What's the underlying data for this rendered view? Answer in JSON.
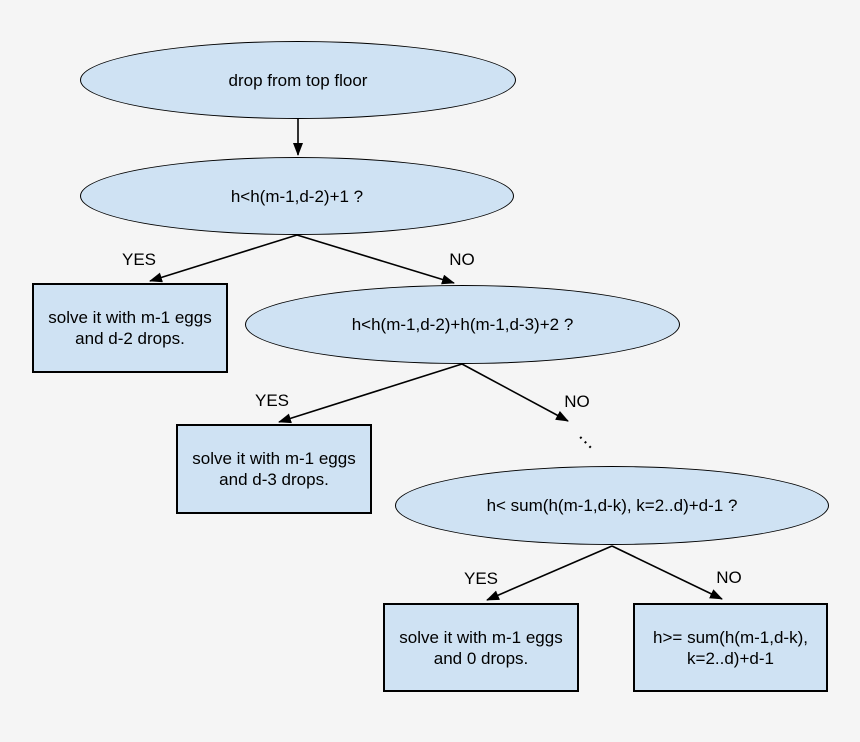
{
  "diagram": {
    "type": "flowchart",
    "colors": {
      "background": "#f5f5f5",
      "node_fill": "#cfe2f3",
      "node_stroke": "#000000",
      "text": "#000000",
      "edge": "#000000"
    },
    "nodes": {
      "start": {
        "shape": "ellipse",
        "label": "drop from top floor"
      },
      "q1": {
        "shape": "ellipse",
        "label": "h<h(m-1,d-2)+1 ?"
      },
      "a1": {
        "shape": "rect",
        "line1": "solve it with m-1 eggs",
        "line2": "and d-2 drops."
      },
      "q2": {
        "shape": "ellipse",
        "label": "h<h(m-1,d-2)+h(m-1,d-3)+2 ?"
      },
      "a2": {
        "shape": "rect",
        "line1": "solve it with m-1 eggs",
        "line2": "and d-3 drops."
      },
      "q3": {
        "shape": "ellipse",
        "label": "h< sum(h(m-1,d-k), k=2..d)+d-1 ?"
      },
      "a3": {
        "shape": "rect",
        "line1": "solve it with m-1 eggs",
        "line2": "and 0 drops."
      },
      "a4": {
        "shape": "rect",
        "line1": "h>= sum(h(m-1,d-k),",
        "line2": "k=2..d)+d-1"
      }
    },
    "edge_labels": {
      "yes1": "YES",
      "no1": "NO",
      "yes2": "YES",
      "no2": "NO",
      "yes3": "YES",
      "no3": "NO",
      "ellipsis": "..."
    }
  }
}
